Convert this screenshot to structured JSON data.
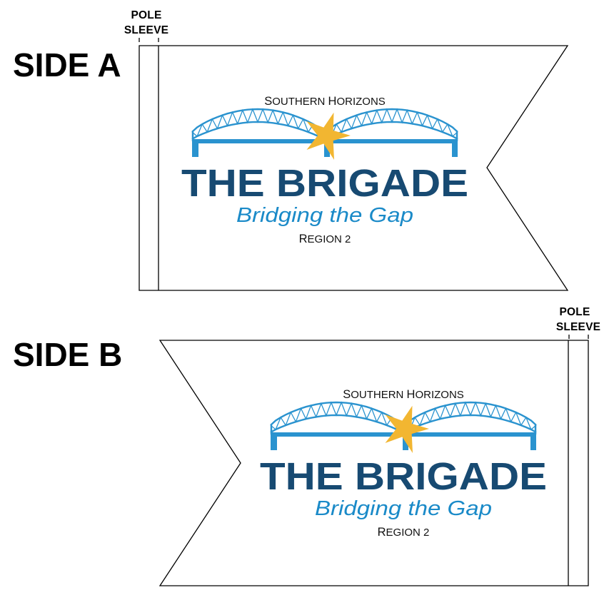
{
  "colors": {
    "navy": "#174a72",
    "blue": "#1a8ac8",
    "bridge_blue": "#2a93cf",
    "star_yellow": "#f2b631",
    "outline": "#000000"
  },
  "sides": [
    {
      "label": "SIDE A",
      "pole_sleeve": {
        "line1": "POLE",
        "line2": "SLEEVE",
        "position": "left"
      },
      "logo": {
        "org_line": {
          "first": "S",
          "rest": "OUTHERN ",
          "first2": "H",
          "rest2": "ORIZONS"
        },
        "title": "THE BRIGADE",
        "tagline": "Bridging the Gap",
        "region": {
          "first": "R",
          "rest": "EGION 2"
        }
      }
    },
    {
      "label": "SIDE B",
      "pole_sleeve": {
        "line1": "POLE",
        "line2": "SLEEVE",
        "position": "right"
      },
      "logo": {
        "org_line": {
          "first": "S",
          "rest": "OUTHERN ",
          "first2": "H",
          "rest2": "ORIZONS"
        },
        "title": "THE BRIGADE",
        "tagline": "Bridging the Gap",
        "region": {
          "first": "R",
          "rest": "EGION 2"
        }
      }
    }
  ],
  "icons": {
    "bridge": "bridge-arch-icon",
    "star": "star-icon"
  }
}
